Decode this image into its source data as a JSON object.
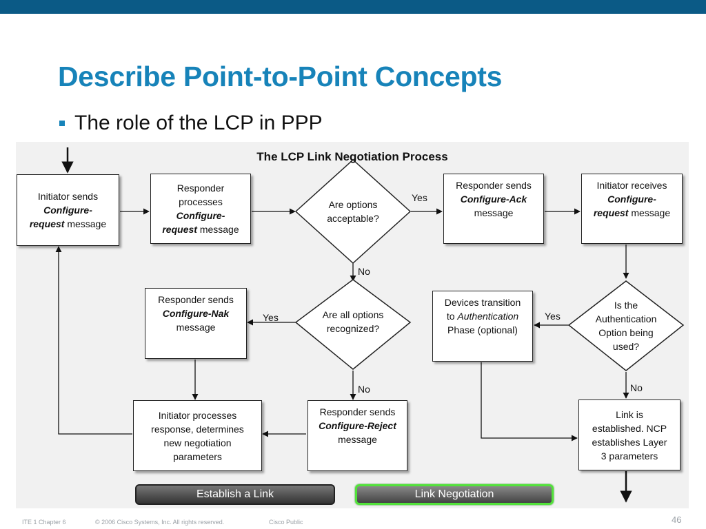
{
  "slide": {
    "title": "Describe Point-to-Point Concepts",
    "bullet": "The role of the LCP in PPP",
    "page_number": "46"
  },
  "footer": {
    "chapter": "ITE 1 Chapter 6",
    "copyright": "© 2006 Cisco Systems, Inc. All rights reserved.",
    "classification": "Cisco Public"
  },
  "diagram": {
    "title": "The LCP Link Negotiation Process",
    "nodes": {
      "initiator_sends": {
        "l1": "Initiator sends",
        "l2": "Configure-",
        "l3a": "request",
        "l3b": " message"
      },
      "responder_processes": {
        "l1": "Responder",
        "l2": "processes",
        "l3": "Configure-",
        "l4a": "request",
        "l4b": " message"
      },
      "options_acceptable": {
        "l1": "Are options",
        "l2": "acceptable?"
      },
      "responder_ack": {
        "l1": "Responder sends",
        "l2": "Configure-Ack",
        "l3": "message"
      },
      "initiator_receives": {
        "l1": "Initiator receives",
        "l2": "Configure-",
        "l3a": "request",
        "l3b": " message"
      },
      "responder_nak": {
        "l1": "Responder sends",
        "l2": "Configure-Nak",
        "l3": "message"
      },
      "all_recognized": {
        "l1": "Are all options",
        "l2": "recognized?"
      },
      "devices_transition": {
        "l1": "Devices transition",
        "l2a": "to ",
        "l2b": "Authentication",
        "l3": "Phase (optional)"
      },
      "auth_option": {
        "l1": "Is the",
        "l2": "Authentication",
        "l3": "Option being",
        "l4": "used?"
      },
      "initiator_processes": {
        "l1": "Initiator processes",
        "l2": "response, determines",
        "l3": "new negotiation",
        "l4": "parameters"
      },
      "responder_reject": {
        "l1": "Responder sends",
        "l2": "Configure-Reject",
        "l3": "message"
      },
      "link_established": {
        "l1": "Link is",
        "l2": "established. NCP",
        "l3": "establishes Layer",
        "l4": "3 parameters"
      }
    },
    "edge_labels": {
      "yes_ack": "Yes",
      "no_recognized": "No",
      "yes_nak": "Yes",
      "no_reject": "No",
      "yes_auth": "Yes",
      "no_link": "No"
    },
    "phases": {
      "establish": "Establish a Link",
      "negotiation": "Link Negotiation"
    }
  },
  "colors": {
    "top_bar": "#0b5a86",
    "title": "#1783b9",
    "phase_highlight": "#52e23a"
  }
}
